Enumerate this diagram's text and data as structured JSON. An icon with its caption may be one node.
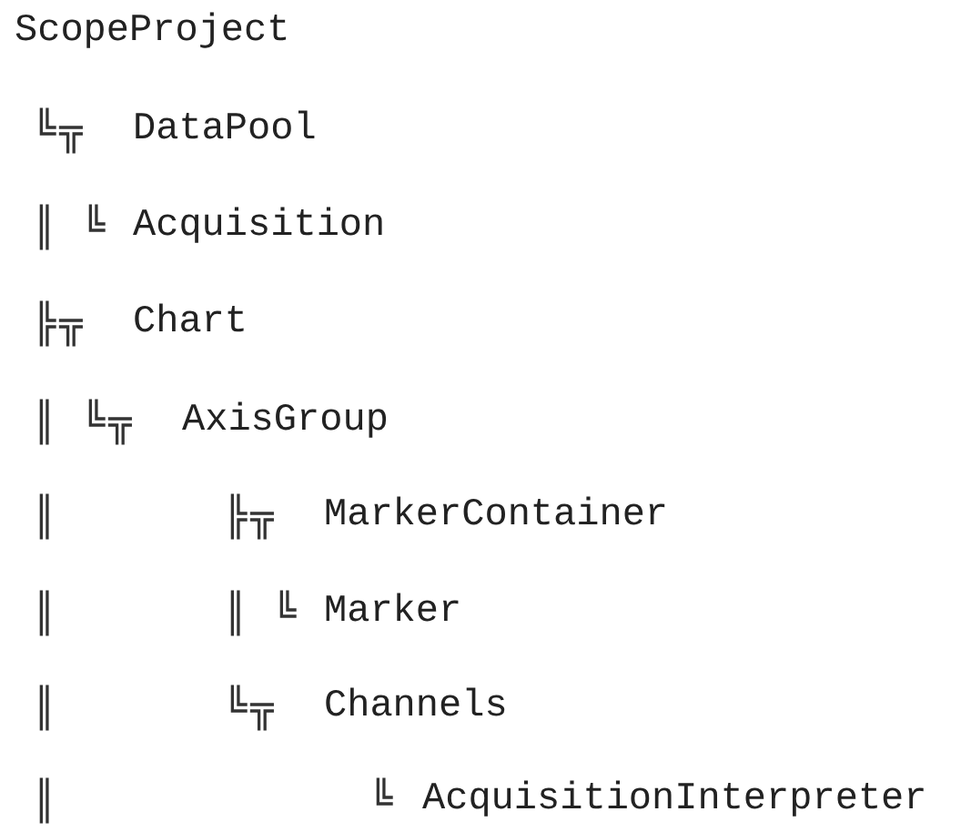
{
  "diagram": {
    "labels": [
      "ScopeProject",
      "╚╦",
      "DataPool",
      "║",
      "╚",
      "Acquisition",
      "╠╦",
      "Chart",
      "║",
      "╚╦",
      "AxisGroup",
      "║",
      "╠╦",
      "MarkerContainer",
      "║",
      "║",
      "╚",
      "Marker",
      "║",
      "╚╦",
      "Channels",
      "║",
      "╚",
      "AcquisitionInterpreter"
    ]
  }
}
